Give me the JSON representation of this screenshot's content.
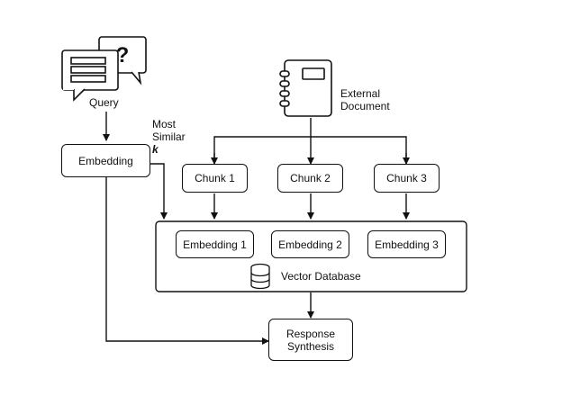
{
  "query": {
    "label": "Query"
  },
  "embedding": {
    "label": "Embedding"
  },
  "most_similar": {
    "line1": "Most",
    "line2": "Similar",
    "k": "k"
  },
  "external_document": {
    "line1": "External",
    "line2": "Document"
  },
  "chunks": [
    {
      "label": "Chunk 1"
    },
    {
      "label": "Chunk 2"
    },
    {
      "label": "Chunk 3"
    }
  ],
  "vector_database": {
    "label": "Vector Database",
    "embeddings": [
      {
        "label": "Embedding 1"
      },
      {
        "label": "Embedding 2"
      },
      {
        "label": "Embedding 3"
      }
    ]
  },
  "response": {
    "line1": "Response",
    "line2": "Synthesis"
  },
  "icons": {
    "query": "chat-bubbles-question-icon",
    "document": "notebook-icon",
    "database": "database-icon"
  }
}
